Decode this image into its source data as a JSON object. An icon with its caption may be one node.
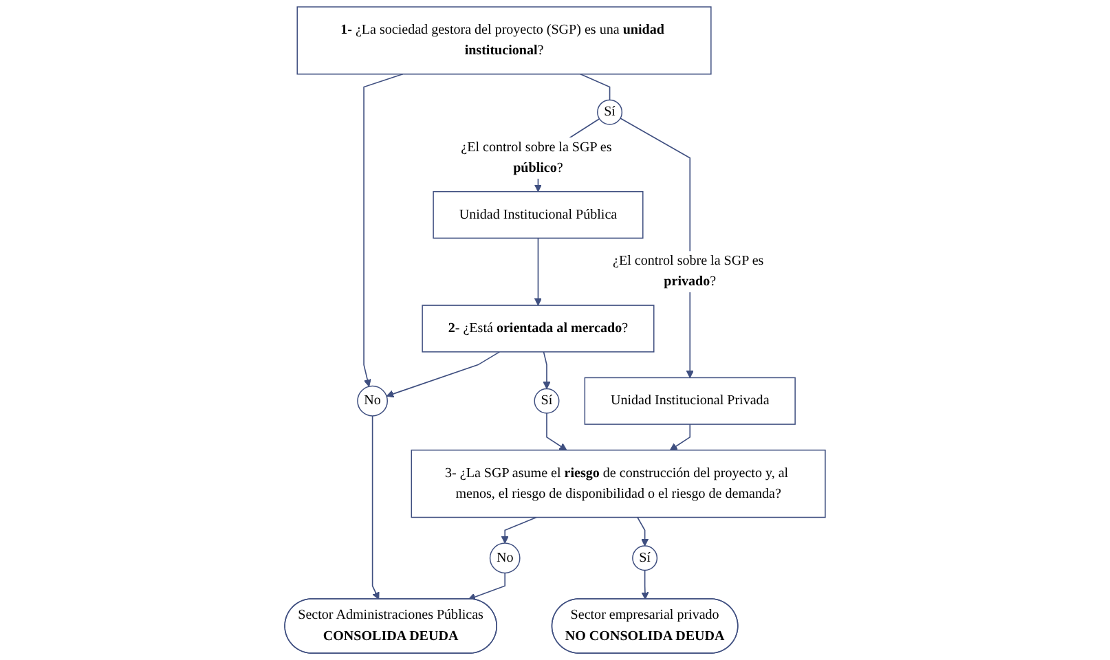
{
  "diagram": {
    "nodes": [
      {
        "text": [
          "**1-** ¿La sociedad gestora del proyecto (SGP) es una **unidad institucional**?"
        ]
      },
      {
        "text": [
          "Sí"
        ]
      },
      {
        "text": [
          "Unidad Institucional Pública"
        ]
      },
      {
        "text": [
          "Unidad Institucional Privada"
        ]
      },
      {
        "text": [
          "No"
        ]
      },
      {
        "text": [
          "**2-** ¿Está **orientada al mercado**?"
        ]
      },
      {
        "text": [
          "Sí"
        ]
      },
      {
        "text": [
          "3- ¿La SGP asume el **riesgo** de construcción del proyecto y, al menos, el riesgo de disponibilidad o el riesgo de demanda?"
        ]
      },
      {
        "text": [
          "No"
        ]
      },
      {
        "text": [
          "Sí"
        ]
      },
      {
        "text": [
          "Sector Administraciones Públicas",
          "CONSOLIDA DEUDA"
        ]
      },
      {
        "text": [
          "Sector empresarial privado",
          "NO CONSOLIDA DEUDA"
        ]
      }
    ],
    "edges": [
      {
        "from": 0,
        "to": 4,
        "arrow": "to"
      },
      {
        "from": 0,
        "to": 1,
        "arrow": "none"
      },
      {
        "from": 1,
        "to": 2,
        "label": "¿El control sobre la SGP es **público**?",
        "arrow": "to"
      },
      {
        "from": 1,
        "to": 3,
        "label": "¿El control sobre la SGP es **privado**?",
        "arrow": "to"
      },
      {
        "from": 2,
        "to": 5,
        "arrow": "to"
      },
      {
        "from": 5,
        "to": 4,
        "arrow": "to"
      },
      {
        "from": 5,
        "to": 6,
        "arrow": "to"
      },
      {
        "from": 6,
        "to": 7,
        "arrow": "to"
      },
      {
        "from": 3,
        "to": 7,
        "arrow": "to"
      },
      {
        "from": 7,
        "to": 8,
        "arrow": "to"
      },
      {
        "from": 4,
        "to": 10,
        "arrow": "to"
      },
      {
        "from": 8,
        "to": 10,
        "arrow": "to"
      },
      {
        "from": 7,
        "to": 9,
        "arrow": "to"
      },
      {
        "from": 9,
        "to": 11,
        "arrow": "to"
      }
    ]
  }
}
